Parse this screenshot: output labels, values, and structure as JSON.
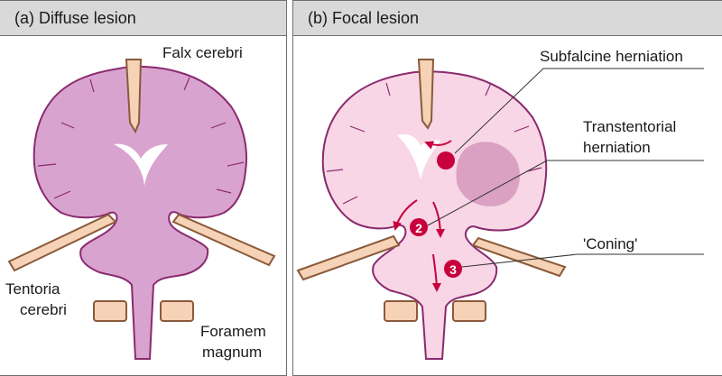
{
  "panel_a": {
    "title": "(a) Diffuse lesion",
    "labels": {
      "falx": "Falx cerebri",
      "tentoria_line1": "Tentoria",
      "tentoria_line2": "cerebri",
      "foramen_line1": "Foramem",
      "foramen_line2": "magnum"
    }
  },
  "panel_b": {
    "title": "(b) Focal lesion",
    "labels": {
      "subfalcine": "Subfalcine herniation",
      "transtentorial_line1": "Transtentorial",
      "transtentorial_line2": "herniation",
      "coning": "'Coning'"
    },
    "markers": [
      "2",
      "3"
    ]
  },
  "colors": {
    "brain_diffuse": "#d9a3d0",
    "brain_focal": "#f8d6e5",
    "lesion": "#dba1c3",
    "outline": "#8a2a6f",
    "bone": "#f6d2b6",
    "bone_outline": "#8a5a3a",
    "arrow": "#c8003d",
    "header": "#d9d9d9"
  }
}
